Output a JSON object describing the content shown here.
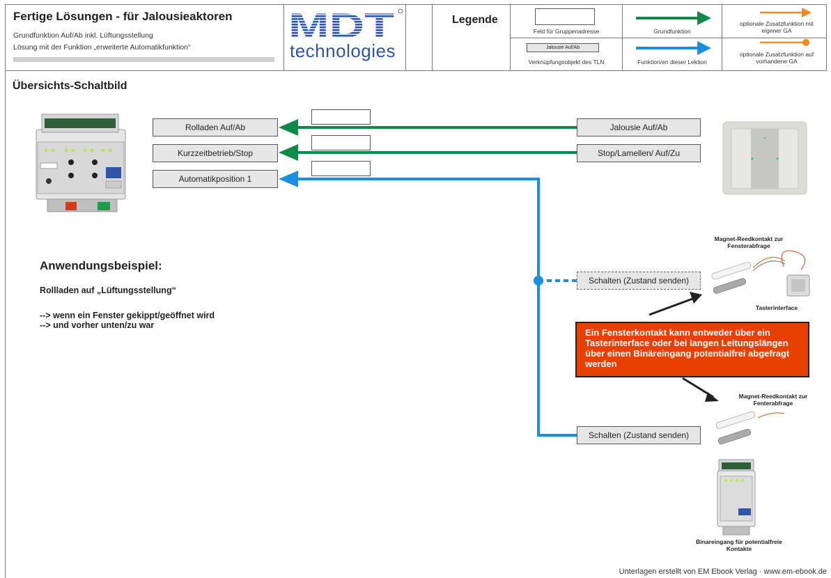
{
  "header": {
    "title": "Fertige Lösungen - für Jalousieaktoren",
    "subtitle_1": "Grundfunktion Auf/Ab inkl. Lüftungsstellung",
    "subtitle_2": "Lösung mit der Funktion „erweiterte Automatikfunktion“",
    "logo_letters": "MDT",
    "logo_word": "technologies"
  },
  "legend": {
    "title": "Legende",
    "ga_field": "Feld für Gruppenadresse",
    "object_sample": "Jalousie Auf/Ab",
    "object_desc": "Verknüpfungsobjekt des TLN",
    "basic_function": "Grundfunktion",
    "lesson_function": "Funktion/en dieser Lektion",
    "optional_own_ga": "optionale Zusatzfunktion mit eigener GA",
    "optional_existing_ga": "optionale Zusatzfunktion auf vorhandene GA"
  },
  "section_title": "Übersichts-Schaltbild",
  "actuator_objects": [
    "Rolladen Auf/Ab",
    "Kurzzeitbetrieb/Stop",
    "Automatikposition 1"
  ],
  "switch_objects": [
    "Jalousie Auf/Ab",
    "Stop/Lamellen/ Auf/Zu"
  ],
  "contact_objects": [
    "Schalten (Zustand senden)",
    "Schalten (Zustand senden)"
  ],
  "application": {
    "title": "Anwendungsbeispiel:",
    "line_1": "Rollladen auf „Lüftungsstellung“",
    "line_2": "--> wenn ein Fenster gekippt/geöffnet wird",
    "line_3": "--> und vorher unten/zu war"
  },
  "devices": {
    "reed_top": "Magnet-Reedkontakt zur Fensterabfrage",
    "tasterinterface": "Tasterinterface",
    "reed_bottom": "Magnet-Reedkontakt zur Fenterabfrage",
    "binary_input": "Binareingang für potentialfreie Kontakte"
  },
  "info_box": "Ein Fensterkontakt kann entweder über ein Tasterinterface oder bei langen Leitungslängen über einen Binäreingang potentialfrei abgefragt werden",
  "footer": "Unterlagen erstellt von EM Ebook Verlag · www.em-ebook.de",
  "colors": {
    "green": "#0d8a4a",
    "blue": "#1a8fe0",
    "orange": "#f08a1c",
    "info_red": "#e84000",
    "logo_blue": "#2f55a4"
  }
}
